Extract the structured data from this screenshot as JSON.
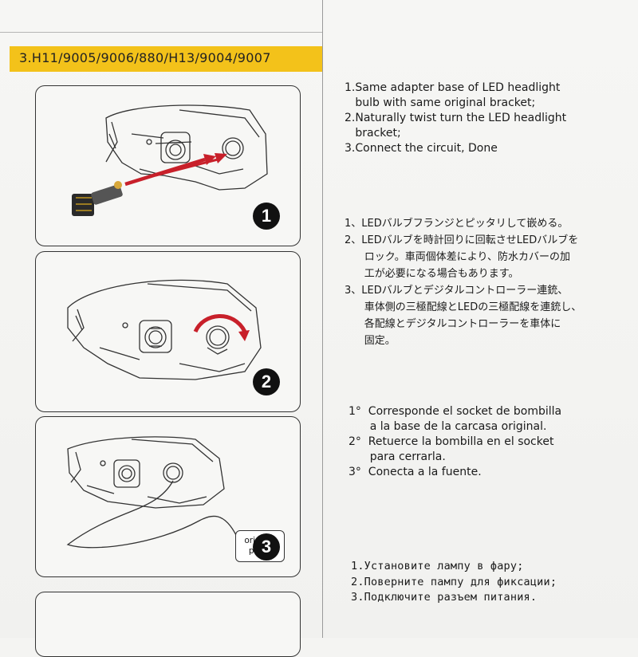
{
  "section": {
    "title": "3.H11/9005/9006/880/H13/9004/9007"
  },
  "steps": [
    {
      "number": "1"
    },
    {
      "number": "2"
    },
    {
      "number": "3",
      "plugs_label": [
        "original",
        "plugs"
      ]
    }
  ],
  "instructions": {
    "english": [
      "1.Same adapter base of LED headlight",
      "   bulb with same original bracket;",
      "2.Naturally twist turn the LED headlight",
      "   bracket;",
      "3.Connect the circuit, Done"
    ],
    "japanese": [
      "1、LEDバルブフランジとピッタリして嵌める。",
      "2、LEDバルブを時計回りに回転させLEDバルブを",
      "      ロック。車両個体差により、防水カバーの加",
      "      工が必要になる場合もあります。",
      "3、LEDバルブとデジタルコントローラー連銃、",
      "      車体側の三極配線とLEDの三極配線を連銃し、",
      "      各配線とデジタルコントローラーを車体に",
      "      固定。"
    ],
    "spanish": [
      "1°  Corresponde el socket de bombilla",
      "      a la base de la carcasa original.",
      "2°  Retuerce la bombilla en el socket",
      "      para cerrarla.",
      "3°  Conecta a la fuente."
    ],
    "russian": [
      "1.Установите лампу в фару;",
      "2.Поверните пампу для фиксации;",
      "3.Подключите разъем питания."
    ]
  },
  "colors": {
    "banner": "#f3c21a",
    "arrow": "#c8202a"
  }
}
